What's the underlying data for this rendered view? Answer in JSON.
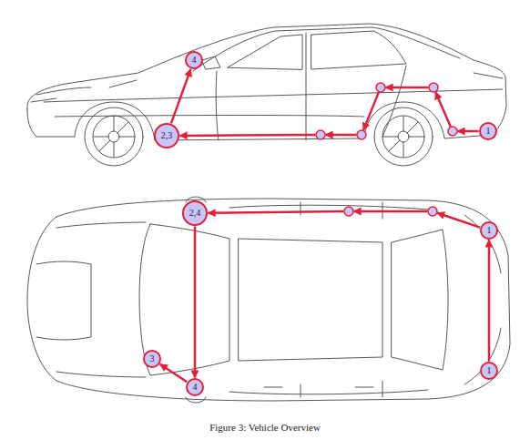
{
  "diagram": {
    "caption": "Figure 3: Vehicle Overview",
    "nodes": [
      {
        "text": [
          "4"
        ]
      },
      {
        "text": [
          "2,3"
        ]
      },
      {
        "text": [
          "1"
        ]
      },
      {
        "text": [
          "2,4"
        ]
      },
      {
        "text": [
          "1"
        ]
      },
      {
        "text": [
          "3"
        ]
      },
      {
        "text": [
          "4"
        ]
      },
      {
        "text": [
          "1"
        ]
      }
    ],
    "edges": [
      {
        "from": 2,
        "to": 1,
        "arrow": "to"
      },
      {
        "from": 1,
        "to": 0,
        "arrow": "to"
      },
      {
        "from": 4,
        "to": 3,
        "arrow": "to"
      },
      {
        "from": 7,
        "to": 4,
        "arrow": "to"
      },
      {
        "from": 3,
        "to": 6,
        "arrow": "to"
      },
      {
        "from": 6,
        "to": 5,
        "arrow": "to"
      }
    ]
  }
}
